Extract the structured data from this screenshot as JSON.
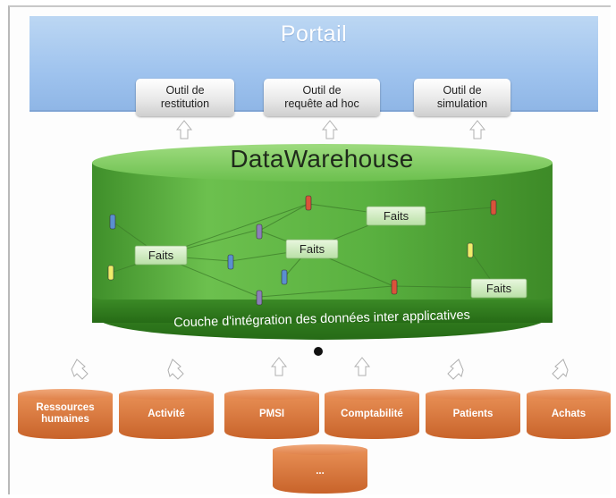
{
  "portal": {
    "title": "Portail",
    "tools": [
      {
        "label": "Outil de\nrestitution"
      },
      {
        "label": "Outil de\nrequête ad hoc"
      },
      {
        "label": "Outil de\nsimulation"
      }
    ]
  },
  "warehouse": {
    "title": "DataWarehouse",
    "facts_label": "Faits",
    "integration_label": "Couche d'intégration des données inter applicatives"
  },
  "sources": [
    {
      "label": "Ressources\nhumaines"
    },
    {
      "label": "Activité"
    },
    {
      "label": "PMSI"
    },
    {
      "label": "Comptabilité"
    },
    {
      "label": "Patients"
    },
    {
      "label": "Achats"
    }
  ],
  "extra_source": {
    "label": "..."
  },
  "colors": {
    "portal_blue": "#9fc3ee",
    "warehouse_green": "#5fb045",
    "integration_green": "#2f7a1e",
    "source_orange": "#d9773a"
  }
}
